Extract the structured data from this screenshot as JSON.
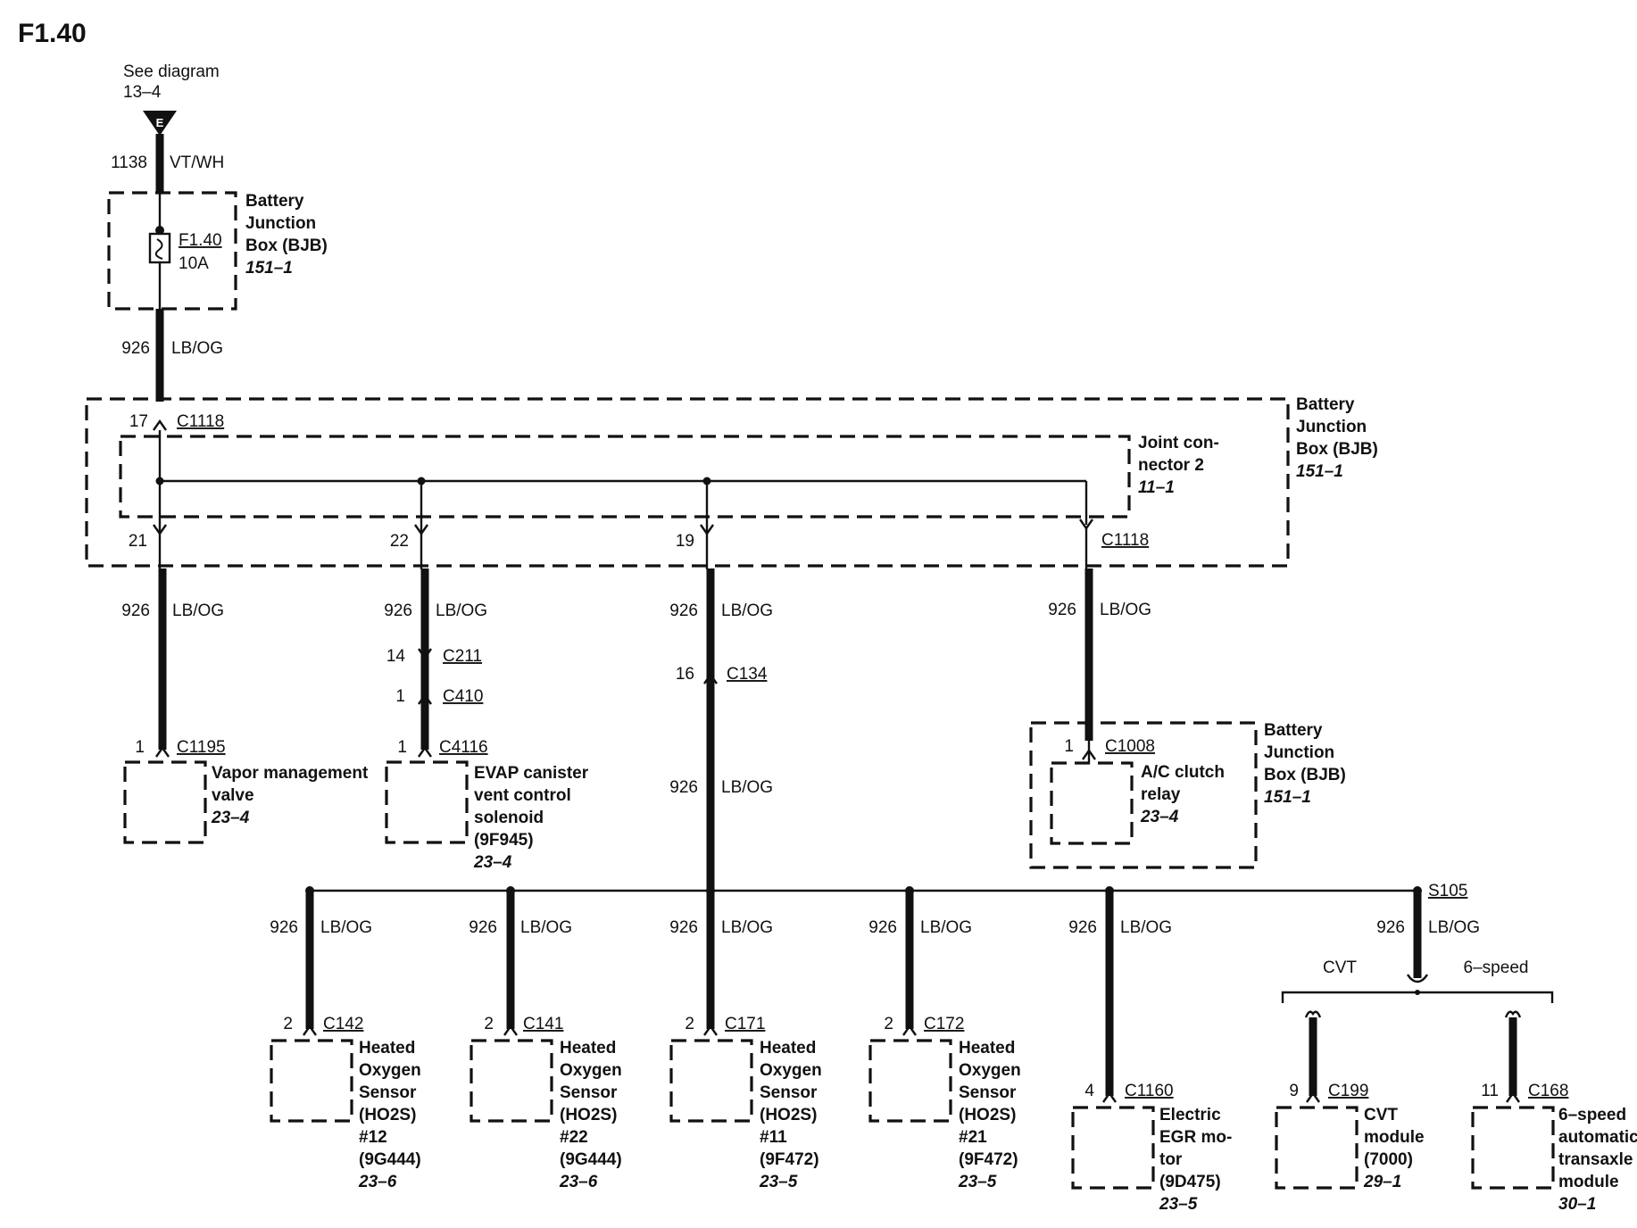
{
  "title": "F1.40",
  "source": {
    "line1": "See diagram",
    "line2": "13–4",
    "letter": "E"
  },
  "wire_power": {
    "circuit": "1138",
    "color": "VT/WH"
  },
  "circuit": "926",
  "color": "LB/OG",
  "fuse_box": {
    "lines": [
      "Battery",
      "Junction",
      "Box (BJB)"
    ],
    "ref": "151–1",
    "fuse": "F1.40",
    "rating": "10A"
  },
  "bjb_main": {
    "lines": [
      "Battery",
      "Junction",
      "Box (BJB)"
    ],
    "ref": "151–1",
    "in_pin": "17",
    "connector": "C1118",
    "out_connector": "C1118"
  },
  "joint": {
    "lines": [
      "Joint con-",
      "nector 2"
    ],
    "ref": "11–1"
  },
  "branch_pins": [
    "21",
    "22",
    "19"
  ],
  "vapor": {
    "pin": "1",
    "connector": "C1195",
    "lines": [
      "Vapor management",
      "valve"
    ],
    "ref": "23–4"
  },
  "evap": {
    "inline1": {
      "pin": "14",
      "connector": "C211"
    },
    "inline2": {
      "pin": "1",
      "connector": "C410"
    },
    "pin": "1",
    "connector": "C4116",
    "lines": [
      "EVAP canister",
      "vent control",
      "solenoid",
      "(9F945)"
    ],
    "ref": "23–4"
  },
  "mid_inline": {
    "pin": "16",
    "connector": "C134"
  },
  "ac": {
    "pin": "1",
    "connector": "C1008",
    "lines": [
      "A/C clutch",
      "relay"
    ],
    "ref": "23–4",
    "box_lines": [
      "Battery",
      "Junction",
      "Box (BJB)"
    ],
    "box_ref": "151–1"
  },
  "sensors": [
    {
      "pin": "2",
      "connector": "C142",
      "lines": [
        "Heated",
        "Oxygen",
        "Sensor",
        "(HO2S)",
        "#12",
        "(9G444)"
      ],
      "ref": "23–6"
    },
    {
      "pin": "2",
      "connector": "C141",
      "lines": [
        "Heated",
        "Oxygen",
        "Sensor",
        "(HO2S)",
        "#22",
        "(9G444)"
      ],
      "ref": "23–6"
    },
    {
      "pin": "2",
      "connector": "C171",
      "lines": [
        "Heated",
        "Oxygen",
        "Sensor",
        "(HO2S)",
        "#11",
        "(9F472)"
      ],
      "ref": "23–5"
    },
    {
      "pin": "2",
      "connector": "C172",
      "lines": [
        "Heated",
        "Oxygen",
        "Sensor",
        "(HO2S)",
        "#21",
        "(9F472)"
      ],
      "ref": "23–5"
    }
  ],
  "egr": {
    "pin": "4",
    "connector": "C1160",
    "lines": [
      "Electric",
      "EGR mo-",
      "tor",
      "(9D475)"
    ],
    "ref": "23–5"
  },
  "splice": "S105",
  "options": {
    "left": "CVT",
    "right": "6–speed"
  },
  "cvt": {
    "pin": "9",
    "connector": "C199",
    "lines": [
      "CVT",
      "module",
      "(7000)"
    ],
    "ref": "29–1"
  },
  "tcm": {
    "pin": "11",
    "connector": "C168",
    "lines": [
      "6–speed",
      "automatic",
      "transaxle",
      "module"
    ],
    "ref": "30–1"
  }
}
